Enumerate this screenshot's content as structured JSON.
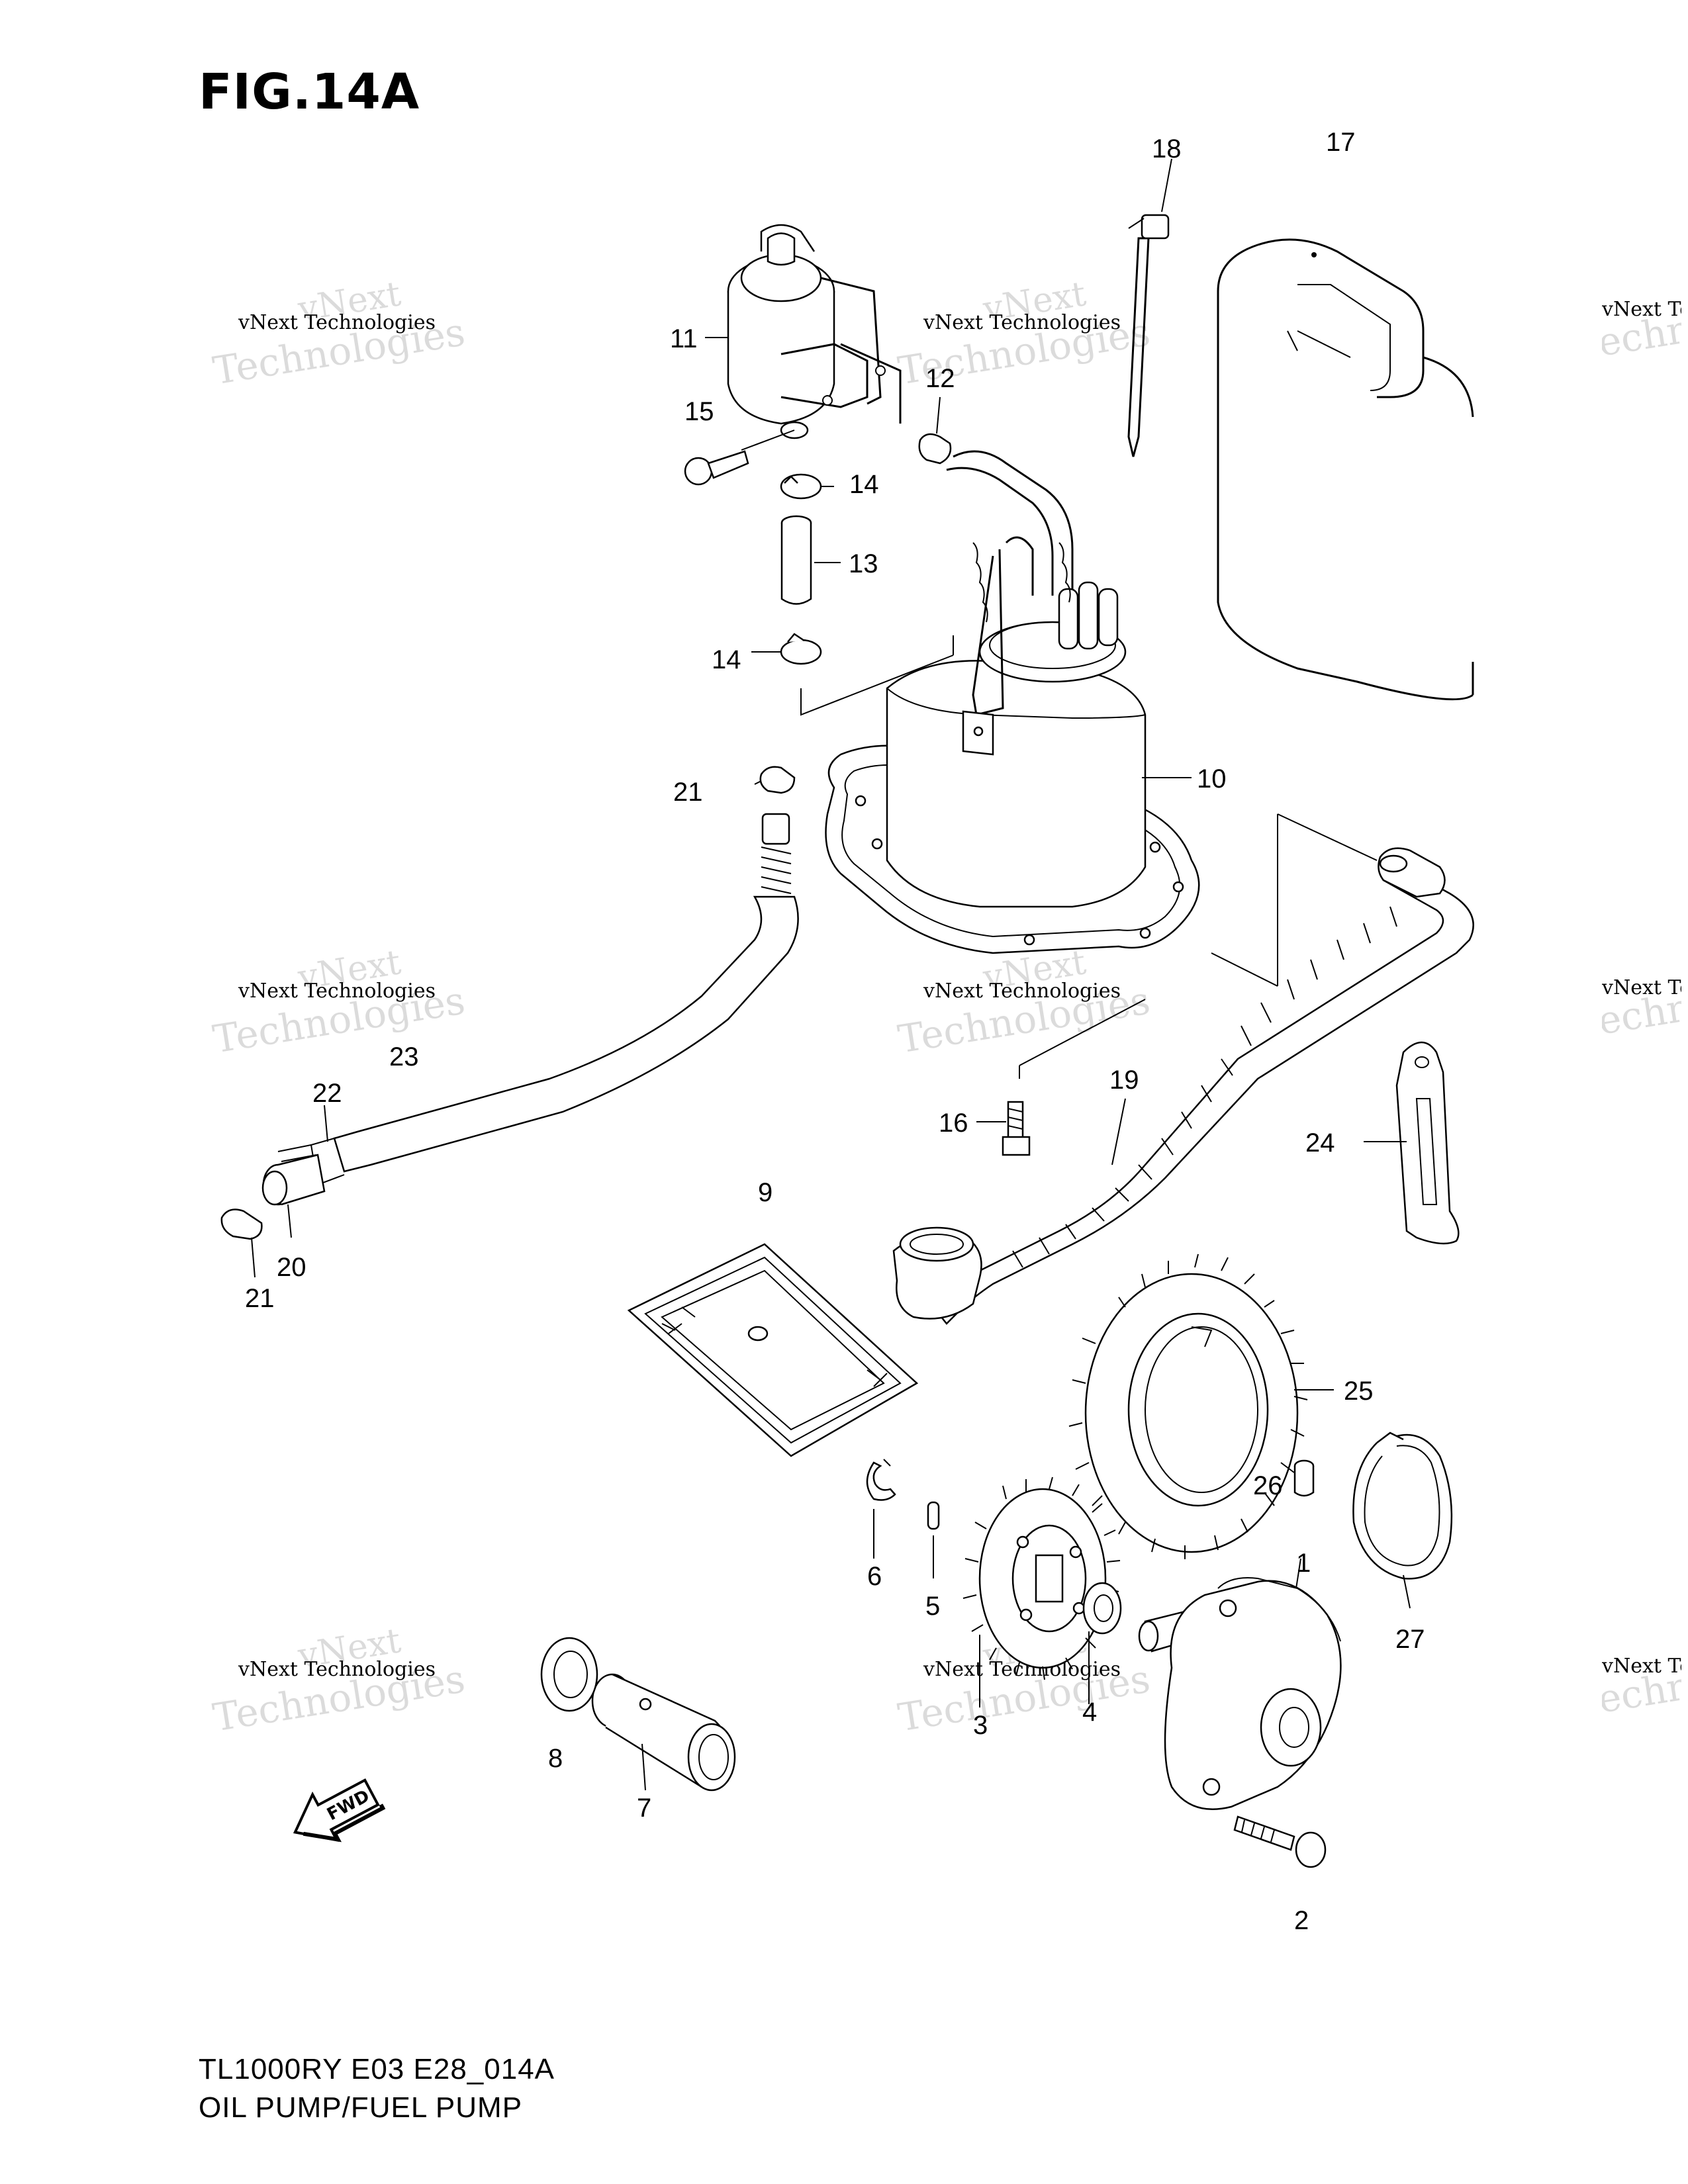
{
  "figure": {
    "title": "FIG.14A",
    "model_code": "TL1000RY E03 E28_014A",
    "caption": "OIL PUMP/FUEL PUMP"
  },
  "watermark": {
    "line1": "vNext Technologies",
    "line2": "Technologies",
    "line3": "vNext"
  },
  "fwd_badge": "FWD",
  "callouts": [
    "1",
    "2",
    "3",
    "4",
    "5",
    "6",
    "7",
    "8",
    "9",
    "10",
    "11",
    "12",
    "13",
    "14",
    "14",
    "15",
    "16",
    "17",
    "18",
    "19",
    "20",
    "21",
    "21",
    "22",
    "23",
    "24",
    "25",
    "26",
    "27"
  ]
}
